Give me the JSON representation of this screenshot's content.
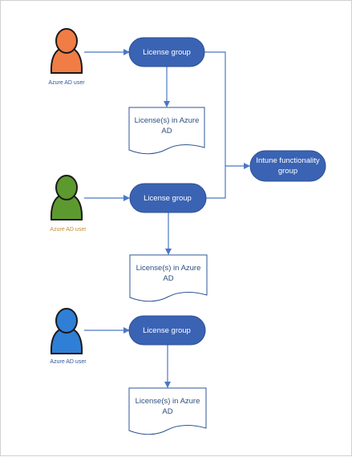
{
  "users": [
    {
      "label": "Azure AD user",
      "color": "#f07d45",
      "label_color": "#2f5597"
    },
    {
      "label": "Azure AD user",
      "color": "#5c9a2f",
      "label_color": "#c58a2e"
    },
    {
      "label": "Azure AD user",
      "color": "#2f7fd6",
      "label_color": "#2f5597"
    }
  ],
  "groups": [
    {
      "label": "License group"
    },
    {
      "label": "License group"
    },
    {
      "label": "License group"
    }
  ],
  "documents": [
    {
      "line1": "License(s) in Azure",
      "line2": "AD"
    },
    {
      "line1": "License(s) in Azure",
      "line2": "AD"
    },
    {
      "line1": "License(s) in Azure",
      "line2": "AD"
    }
  ],
  "intune": {
    "line1": "Intune functionality",
    "line2": "group"
  },
  "colors": {
    "node_fill": "#3a63b4",
    "node_stroke": "#2c4f96",
    "connector": "#4a78c4",
    "doc_stroke": "#2f5597",
    "user_outline": "#1a1a1a"
  }
}
